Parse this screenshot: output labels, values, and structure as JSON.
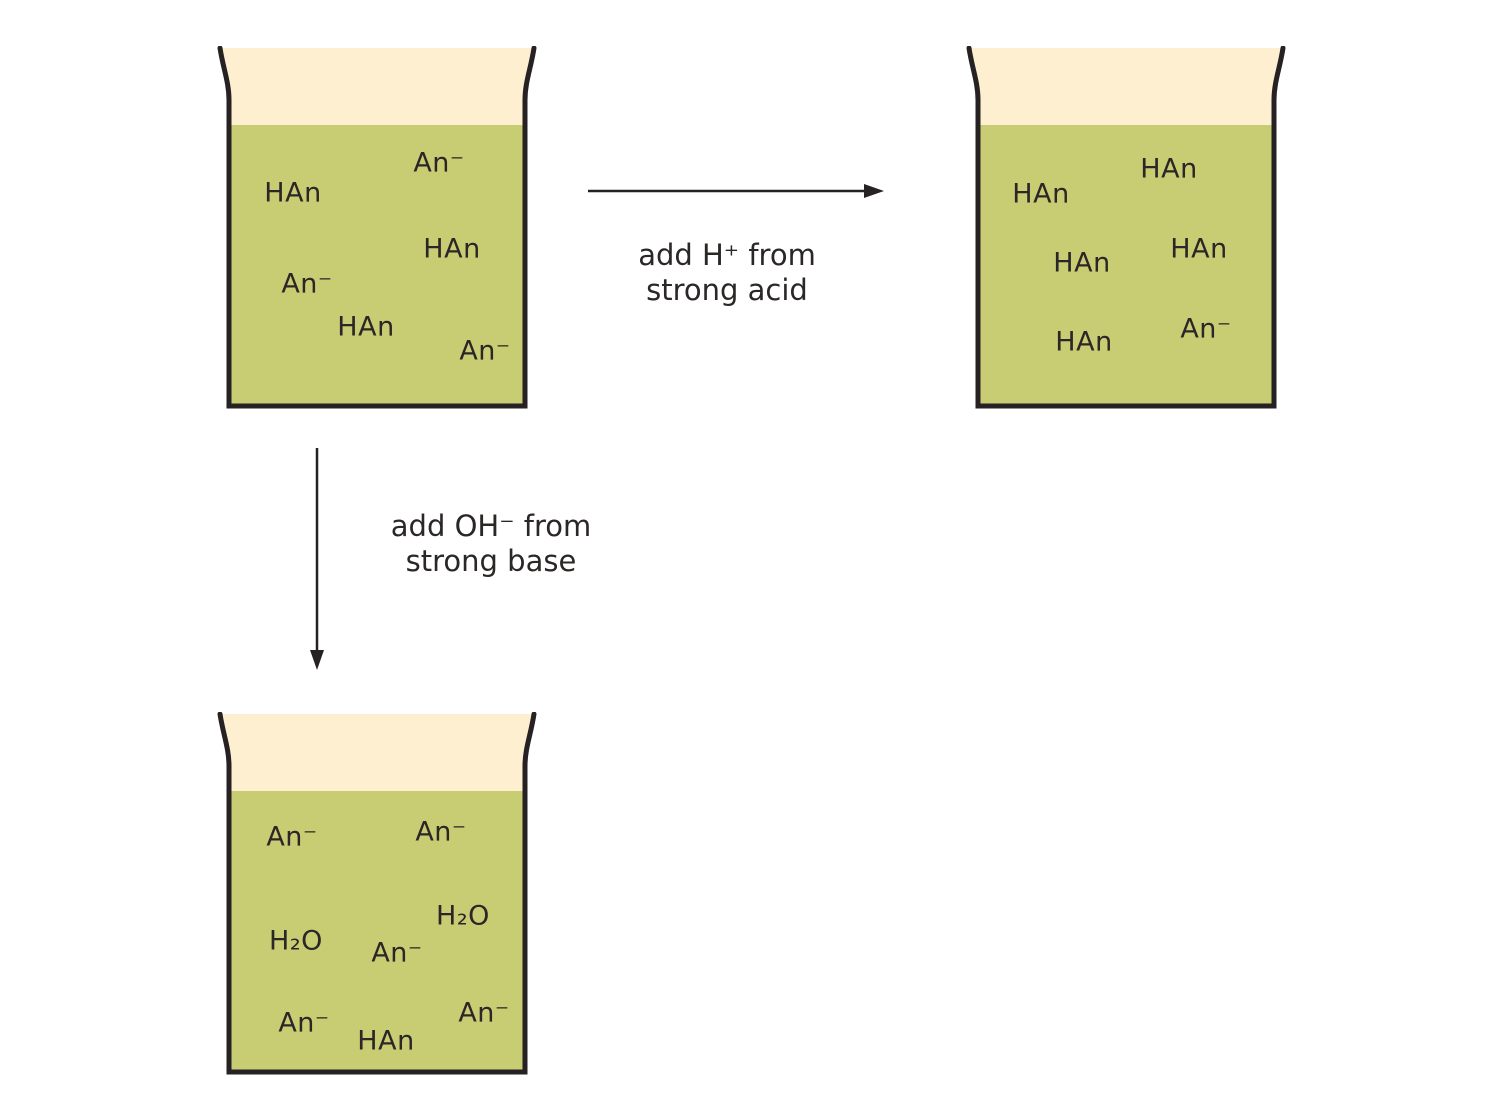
{
  "colors": {
    "background": "#ffffff",
    "air": "#fdefcf",
    "liquid": "#c8cc73",
    "outline": "#262122",
    "text": "#2b2726"
  },
  "beakers": {
    "initial": {
      "labels": [
        {
          "text": "An⁻"
        },
        {
          "text": "HAn"
        },
        {
          "text": "HAn"
        },
        {
          "text": "An⁻"
        },
        {
          "text": "HAn"
        },
        {
          "text": "An⁻"
        }
      ]
    },
    "after_acid": {
      "labels": [
        {
          "text": "HAn"
        },
        {
          "text": "HAn"
        },
        {
          "text": "HAn"
        },
        {
          "text": "HAn"
        },
        {
          "text": "An⁻"
        },
        {
          "text": "HAn"
        }
      ]
    },
    "after_base": {
      "labels": [
        {
          "text": "An⁻"
        },
        {
          "text": "An⁻"
        },
        {
          "text": "H₂O"
        },
        {
          "text": "H₂O"
        },
        {
          "text": "An⁻"
        },
        {
          "text": "An⁻"
        },
        {
          "text": "An⁻"
        },
        {
          "text": "HAn"
        }
      ]
    }
  },
  "arrows": {
    "acid": {
      "line1": "add H⁺ from",
      "line2": "strong acid"
    },
    "base": {
      "line1": "add OH⁻ from",
      "line2": "strong base"
    }
  }
}
